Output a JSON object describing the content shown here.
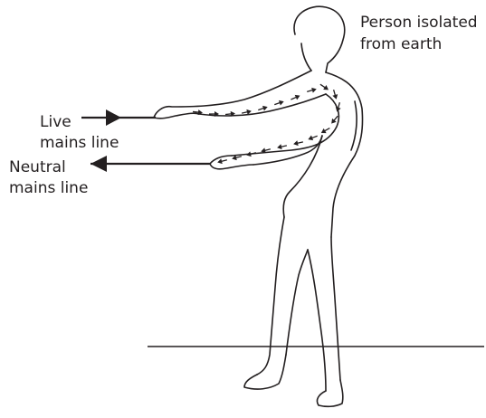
{
  "labels": {
    "person": [
      "Person isolated",
      "from earth"
    ],
    "live": [
      "Live",
      "mains line"
    ],
    "neutral": [
      "Neutral",
      "mains line"
    ]
  },
  "current_flow": {
    "direction": "live hand → across shoulders → neutral hand",
    "arrow_count": 20
  },
  "colors": {
    "ink": "#231f20",
    "background": "#ffffff"
  }
}
